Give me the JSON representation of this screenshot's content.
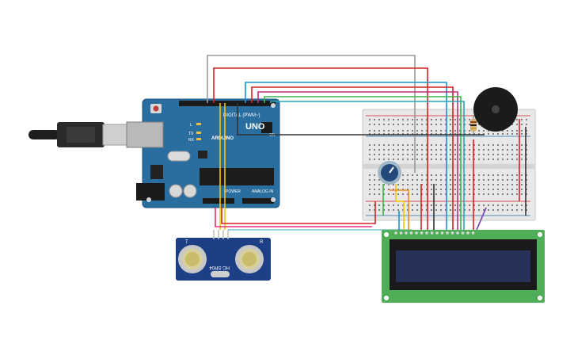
{
  "arduino": {
    "brand": "ARDUINO",
    "model": "UNO",
    "digital_label": "DIGITAL (PWM~)",
    "analog_label": "ANALOG IN",
    "power_label": "POWER",
    "led_l": "L",
    "led_tx": "TX",
    "led_rx": "RX",
    "on_label": "ON"
  },
  "sensor": {
    "model": "HC-SR04",
    "letter_left": "T",
    "letter_right": "R"
  },
  "colors": {
    "board": "#2a6ea0",
    "breadboard": "#e6e6e6",
    "lcd_board": "#4fae57",
    "lcd_screen": "#27315a",
    "wire_red": "#d62020",
    "wire_blue": "#1f8fd0",
    "wire_green": "#3bb34a",
    "wire_yellow": "#f2c40f",
    "wire_gray": "#9a9a9a",
    "wire_black": "#333333",
    "wire_pink": "#e0307a",
    "wire_orange": "#f08a1c",
    "wire_purple": "#7a3fb0"
  }
}
